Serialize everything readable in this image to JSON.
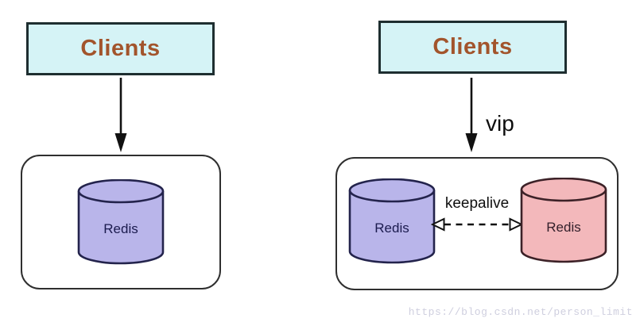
{
  "diagram": {
    "left_group": {
      "clients_label": "Clients",
      "redis_label": "Redis"
    },
    "right_group": {
      "clients_label": "Clients",
      "vip_label": "vip",
      "keepalive_label": "keepalive",
      "redis_primary_label": "Redis",
      "redis_backup_label": "Redis"
    },
    "watermark": "https://blog.csdn.net/person_limit",
    "colors": {
      "clients_box_fill": "#d5f3f6",
      "clients_box_border": "#1e2e30",
      "clients_text": "#a2542c",
      "container_border": "#2f2f2f",
      "cylinder_purple_fill": "#b9b5ea",
      "cylinder_purple_stroke": "#23234c",
      "cylinder_pink_fill": "#f3b8bb",
      "cylinder_pink_stroke": "#3c2127",
      "redis_text_purple": "#1b1b4e",
      "redis_text_pink": "#33202b",
      "arrow_color": "#111111",
      "watermark_color": "#cfcfdf"
    }
  }
}
